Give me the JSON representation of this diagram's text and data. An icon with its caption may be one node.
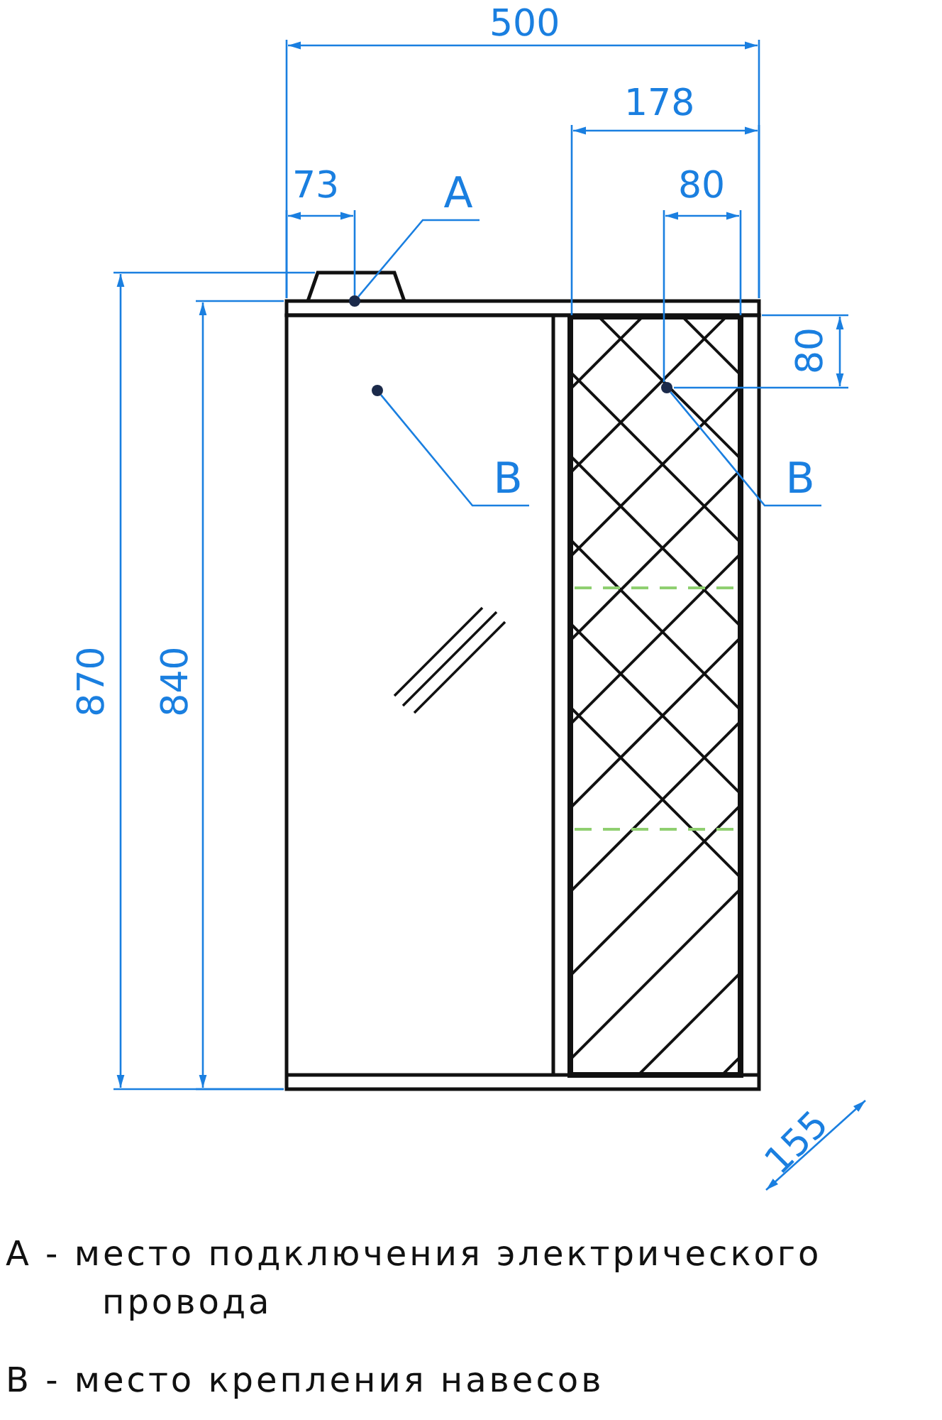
{
  "diagram": {
    "nodes": [
      {
        "text": [
          "А"
        ]
      },
      {
        "text": [],
        "shape": "circle"
      },
      {
        "text": [
          "В"
        ]
      },
      {
        "text": [],
        "shape": "circle"
      },
      {
        "text": [
          "В"
        ]
      },
      {
        "text": [],
        "shape": "circle"
      }
    ],
    "edges": [
      {
        "from": 0,
        "to": 1,
        "arrow": "none"
      },
      {
        "from": 2,
        "to": 3,
        "arrow": "none"
      },
      {
        "from": 4,
        "to": 5,
        "arrow": "none"
      }
    ],
    "labels": [
      "500",
      "178",
      "73",
      "80",
      "80",
      "870",
      "840",
      "155",
      "А - место подключения электрического провода",
      "В - место крепления навесов"
    ]
  }
}
